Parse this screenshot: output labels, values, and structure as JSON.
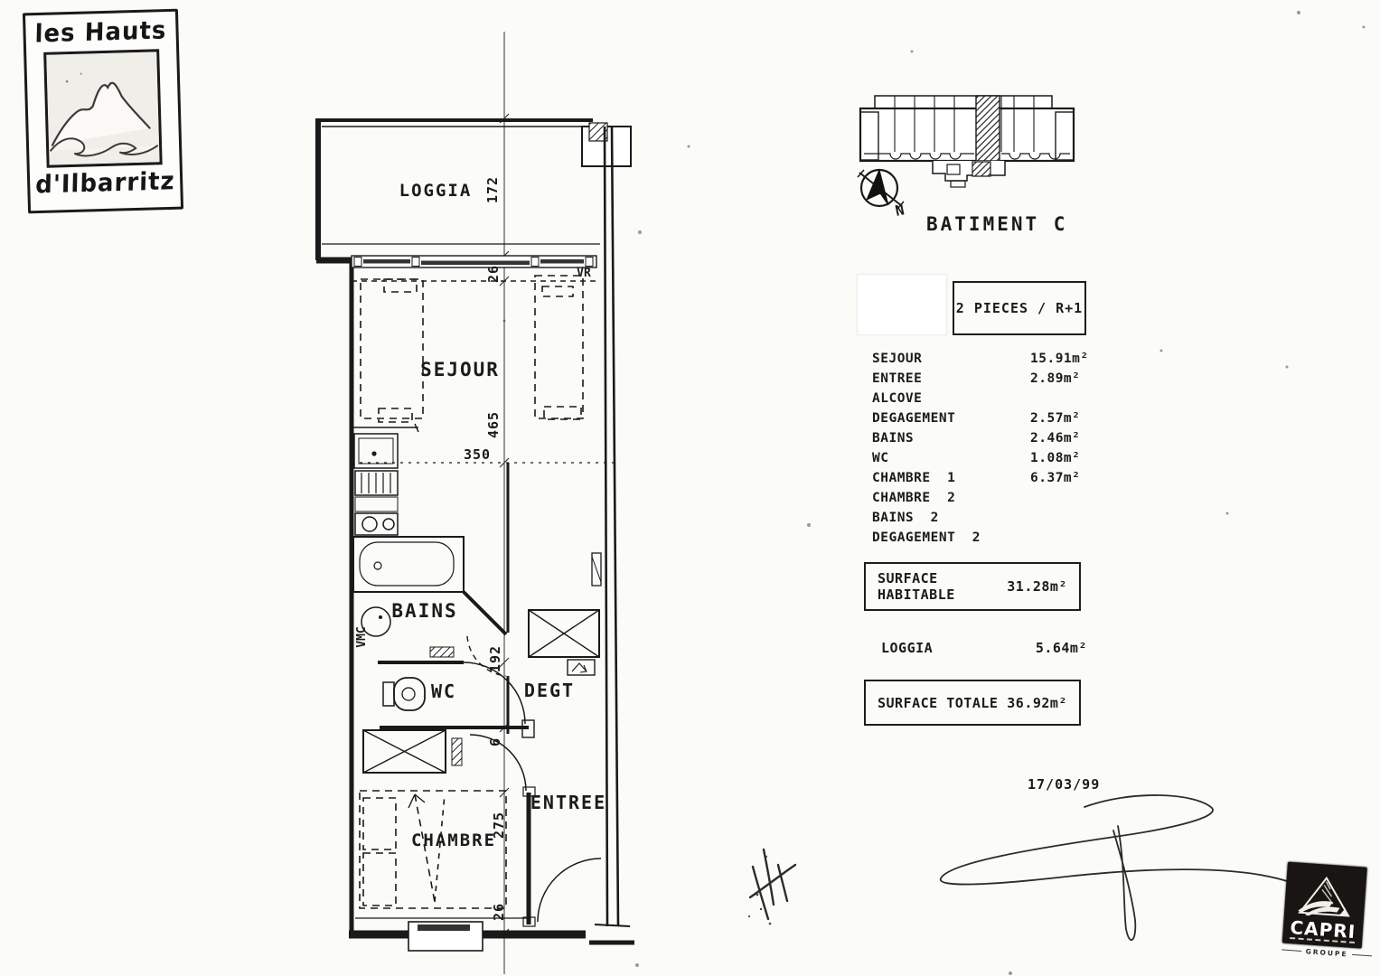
{
  "logo": {
    "line1": "les Hauts",
    "line2": "d'Ilbarritz"
  },
  "site": {
    "batiment": "BATIMENT C",
    "north": "N"
  },
  "unit": {
    "type": "2 PIECES / R+1"
  },
  "areas": {
    "rows": [
      {
        "label": "SEJOUR",
        "value": "15.91m²"
      },
      {
        "label": "ENTREE",
        "value": "2.89m²"
      },
      {
        "label": "ALCOVE",
        "value": ""
      },
      {
        "label": "DEGAGEMENT",
        "value": "2.57m²"
      },
      {
        "label": "BAINS",
        "value": "2.46m²"
      },
      {
        "label": "WC",
        "value": "1.08m²"
      },
      {
        "label": "CHAMBRE  1",
        "value": "6.37m²"
      },
      {
        "label": "CHAMBRE  2",
        "value": ""
      },
      {
        "label": "BAINS  2",
        "value": ""
      },
      {
        "label": "DEGAGEMENT  2",
        "value": ""
      }
    ]
  },
  "totals": {
    "habitable_label": "SURFACE  HABITABLE",
    "habitable_value": "31.28m²",
    "loggia_label": "LOGGIA",
    "loggia_value": "5.64m²",
    "totale_label": "SURFACE  TOTALE",
    "totale_value": "36.92m²"
  },
  "date": "17/03/99",
  "capri": {
    "name": "CAPRI",
    "groupe": "GROUPE"
  },
  "floorplan": {
    "labels": {
      "loggia": "LOGGIA",
      "sejour": "SEJOUR",
      "bains": "BAINS",
      "wc": "WC",
      "degt": "DEGT",
      "entree": "ENTREE",
      "chambre": "CHAMBRE",
      "vr": "VR",
      "vmc": "VMC"
    },
    "dims": {
      "loggia_h": "172",
      "window_top": "26",
      "sejour_h": "465",
      "sejour_w": "350",
      "degt_h": "192",
      "step": "6",
      "chambre_h": "275",
      "window_bottom": "26"
    }
  }
}
